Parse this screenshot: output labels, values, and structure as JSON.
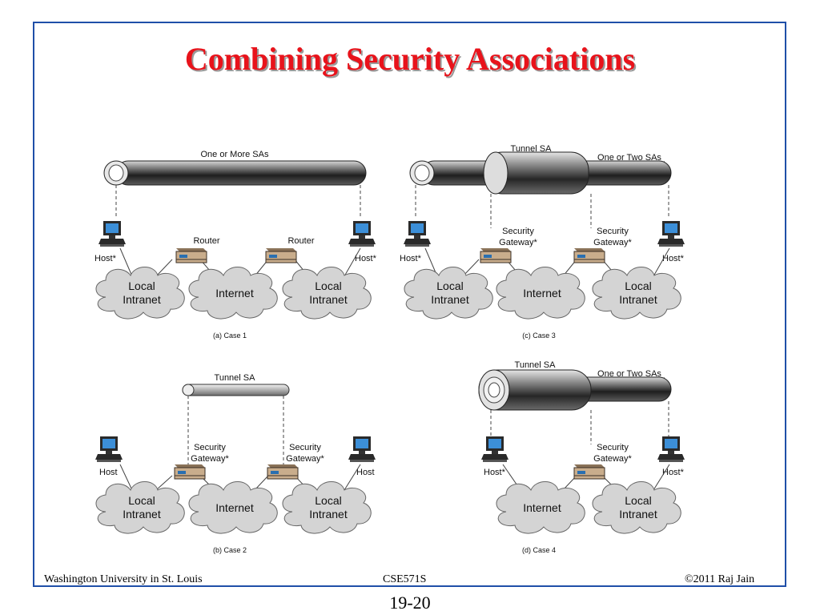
{
  "title": "Combining Security Associations",
  "footer": {
    "left": "Washington University in St. Louis",
    "center": "CSE571S",
    "right": "©2011 Raj Jain"
  },
  "page_number": "19-20",
  "cases": {
    "case1": {
      "caption": "(a) Case 1",
      "sa_label": "One or More SAs",
      "host_left": "Host*",
      "host_right": "Host*",
      "router_left": "Router",
      "router_right": "Router",
      "cloud_left": [
        "Local",
        "Intranet"
      ],
      "cloud_mid": "Internet",
      "cloud_right": [
        "Local",
        "Intranet"
      ]
    },
    "case2": {
      "caption": "(b) Case 2",
      "tunnel_label": "Tunnel SA",
      "host_left": "Host",
      "host_right": "Host",
      "gateway_left": [
        "Security",
        "Gateway*"
      ],
      "gateway_right": [
        "Security",
        "Gateway*"
      ],
      "cloud_left": [
        "Local",
        "Intranet"
      ],
      "cloud_mid": "Internet",
      "cloud_right": [
        "Local",
        "Intranet"
      ]
    },
    "case3": {
      "caption": "(c) Case 3",
      "tunnel_label": "Tunnel SA",
      "sa_label": "One or Two SAs",
      "host_left": "Host*",
      "host_right": "Host*",
      "gateway_left": [
        "Security",
        "Gateway*"
      ],
      "gateway_right": [
        "Security",
        "Gateway*"
      ],
      "cloud_left": [
        "Local",
        "Intranet"
      ],
      "cloud_mid": "Internet",
      "cloud_right": [
        "Local",
        "Intranet"
      ]
    },
    "case4": {
      "caption": "(d) Case 4",
      "tunnel_label": "Tunnel SA",
      "sa_label": "One or Two SAs",
      "host_left": "Host*",
      "host_right": "Host*",
      "gateway_right": [
        "Security",
        "Gateway*"
      ],
      "cloud_mid": "Internet",
      "cloud_right": [
        "Local",
        "Intranet"
      ]
    }
  },
  "colors": {
    "title": "#e8131b",
    "frame": "#1f4fa8",
    "cloud": "#d4d4d4",
    "device": "#c9ad8c"
  }
}
